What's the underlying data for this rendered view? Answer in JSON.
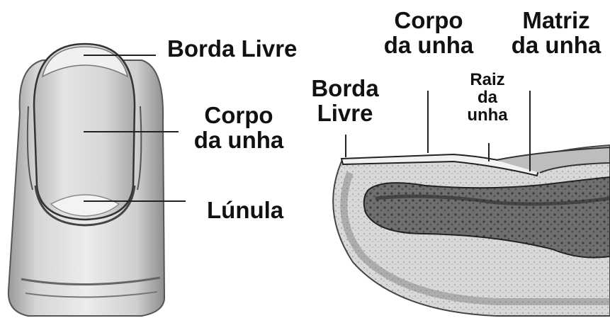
{
  "left_figure": {
    "labels": {
      "free_edge": "Borda Livre",
      "nail_body_line1": "Corpo",
      "nail_body_line2": "da unha",
      "lunula": "Lúnula"
    }
  },
  "right_figure": {
    "labels": {
      "nail_body_line1": "Corpo",
      "nail_body_line2": "da unha",
      "matrix_line1": "Matriz",
      "matrix_line2": "da unha",
      "free_edge_line1": "Borda",
      "free_edge_line2": "Livre",
      "root_line1": "Raiz",
      "root_line2": "da",
      "root_line3": "unha"
    }
  },
  "colors": {
    "ink": "#111111",
    "skin_light": "#e6e6e6",
    "skin_mid": "#bdbdbd",
    "skin_dark": "#6b6b6b",
    "bone_dark": "#3a3a3a"
  }
}
